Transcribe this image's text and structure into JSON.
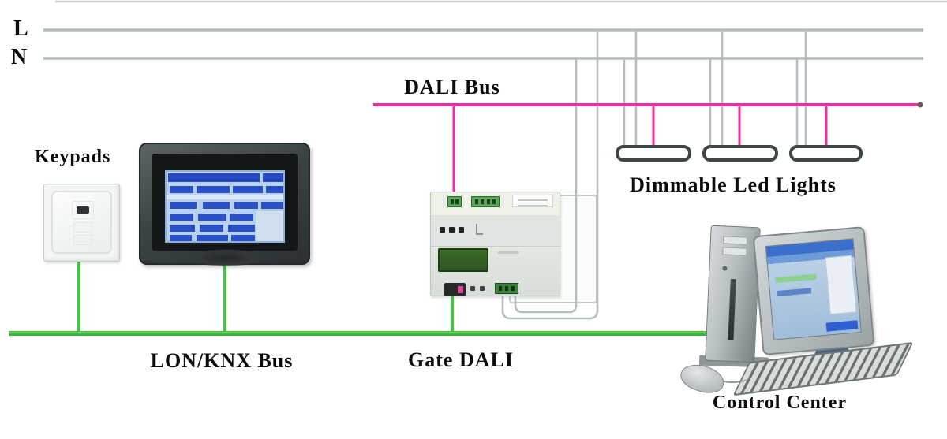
{
  "diagram": {
    "power": {
      "l_label": "L",
      "n_label": "N"
    },
    "dali": {
      "bus_label": "DALI Bus",
      "lights_label": "Dimmable Led Lights",
      "lights_count": 3,
      "gateway_label": "Gate DALI"
    },
    "field_bus": {
      "bus_label": "LON/KNX Bus",
      "keypads_label": "Keypads"
    },
    "control": {
      "label": "Control Center"
    },
    "colors": {
      "dali_bus_pink": "#ee2fa4",
      "lon_knx_green": "#3fc83f",
      "mains_gray": "#b2bcbc",
      "label_text": "#0c0c0c"
    }
  }
}
